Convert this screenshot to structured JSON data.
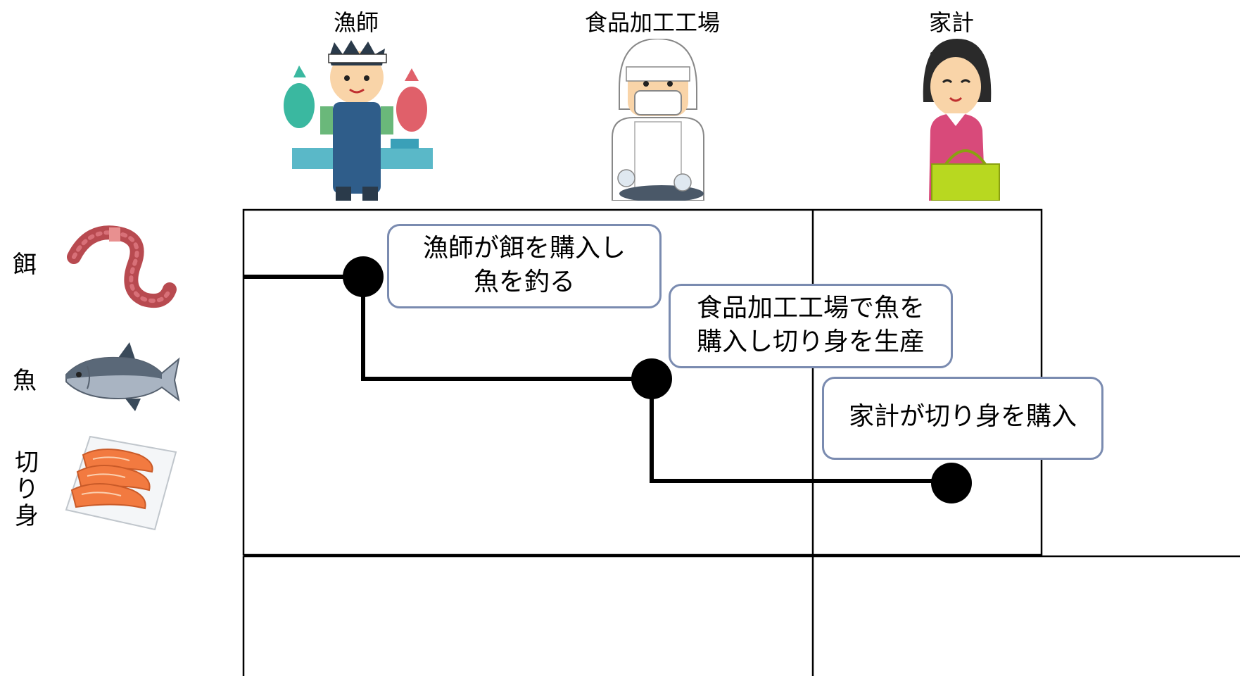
{
  "actors": {
    "fisherman": "漁師",
    "factory": "食品加工工場",
    "household": "家計"
  },
  "products": {
    "bait": "餌",
    "fish": "魚",
    "fillet": [
      "切",
      "り",
      "身"
    ]
  },
  "steps": {
    "step1": [
      "漁師が餌を購入し",
      "魚を釣る"
    ],
    "step2": [
      "食品加工工場で魚を",
      "購入し切り身を生産"
    ],
    "step3": [
      "家計が切り身を購入"
    ]
  },
  "icons": {
    "fisherman": "fisherman-illustration",
    "factory": "factory-worker-illustration",
    "household": "shopper-illustration",
    "bait": "worm-icon",
    "fish": "fish-icon",
    "fillet": "salmon-fillet-icon"
  },
  "colors": {
    "line": "#000000",
    "callout_border": "#7a8bb0",
    "grid": "#000000"
  }
}
